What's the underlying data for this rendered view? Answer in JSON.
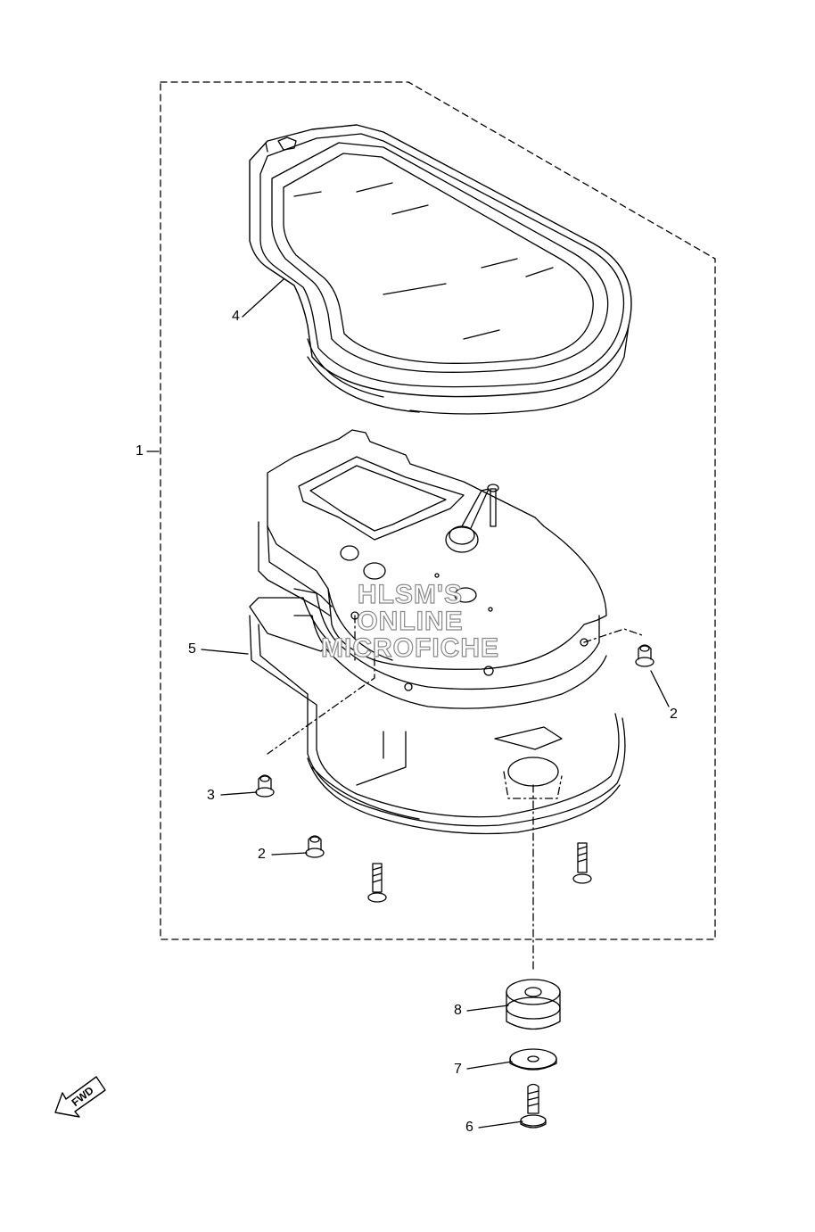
{
  "diagram": {
    "callouts": [
      {
        "id": "callout-1",
        "label": "1"
      },
      {
        "id": "callout-2a",
        "label": "2"
      },
      {
        "id": "callout-2b",
        "label": "2"
      },
      {
        "id": "callout-3",
        "label": "3"
      },
      {
        "id": "callout-4",
        "label": "4"
      },
      {
        "id": "callout-5",
        "label": "5"
      },
      {
        "id": "callout-6",
        "label": "6"
      },
      {
        "id": "callout-7",
        "label": "7"
      },
      {
        "id": "callout-8",
        "label": "8"
      }
    ],
    "watermark": [
      "HLSM'S",
      "ONLINE",
      "MICROFICHE"
    ],
    "direction_label": "FWD"
  }
}
